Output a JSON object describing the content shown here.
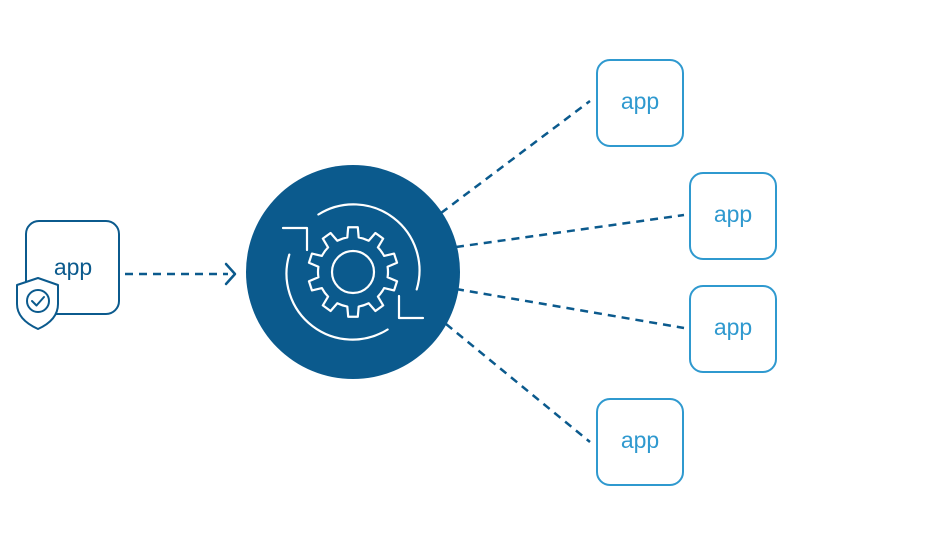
{
  "colors": {
    "source_stroke": "#0b5a8d",
    "hub_fill": "#0b5a8d",
    "hub_icon": "#ffffff",
    "target_stroke": "#2f99cf",
    "target_text": "#2f99cf",
    "connector": "#0b5a8d",
    "background": "#ffffff"
  },
  "source_app": {
    "label": "app",
    "badge_icon": "shield-check-icon"
  },
  "hub": {
    "icon": "gear-with-sync-arrows-icon"
  },
  "target_apps": [
    {
      "label": "app"
    },
    {
      "label": "app"
    },
    {
      "label": "app"
    },
    {
      "label": "app"
    }
  ]
}
